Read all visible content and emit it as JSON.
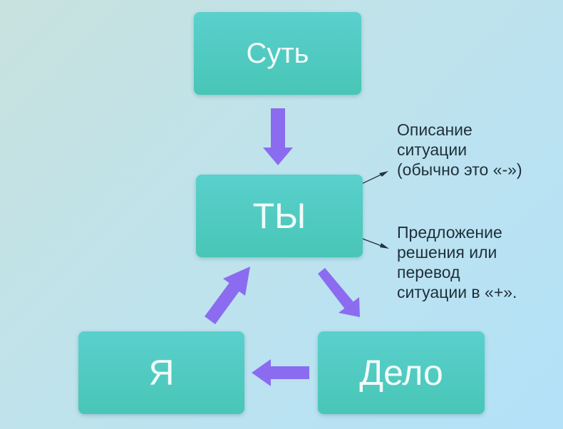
{
  "nodes": {
    "sut": "Суть",
    "ty": "ТЫ",
    "ya": "Я",
    "delo": "Дело"
  },
  "notes": {
    "situation": [
      "Описание",
      "ситуации",
      "(обычно это «-»)"
    ],
    "solution": [
      "Предложение",
      "решения или",
      "перевод",
      "ситуации в «+»."
    ]
  },
  "colors": {
    "node_fill": "#4fcbc2",
    "arrow_fill": "#8b6cf0",
    "pointer_line": "#1f3540",
    "text_dark": "#1f2f3a"
  }
}
